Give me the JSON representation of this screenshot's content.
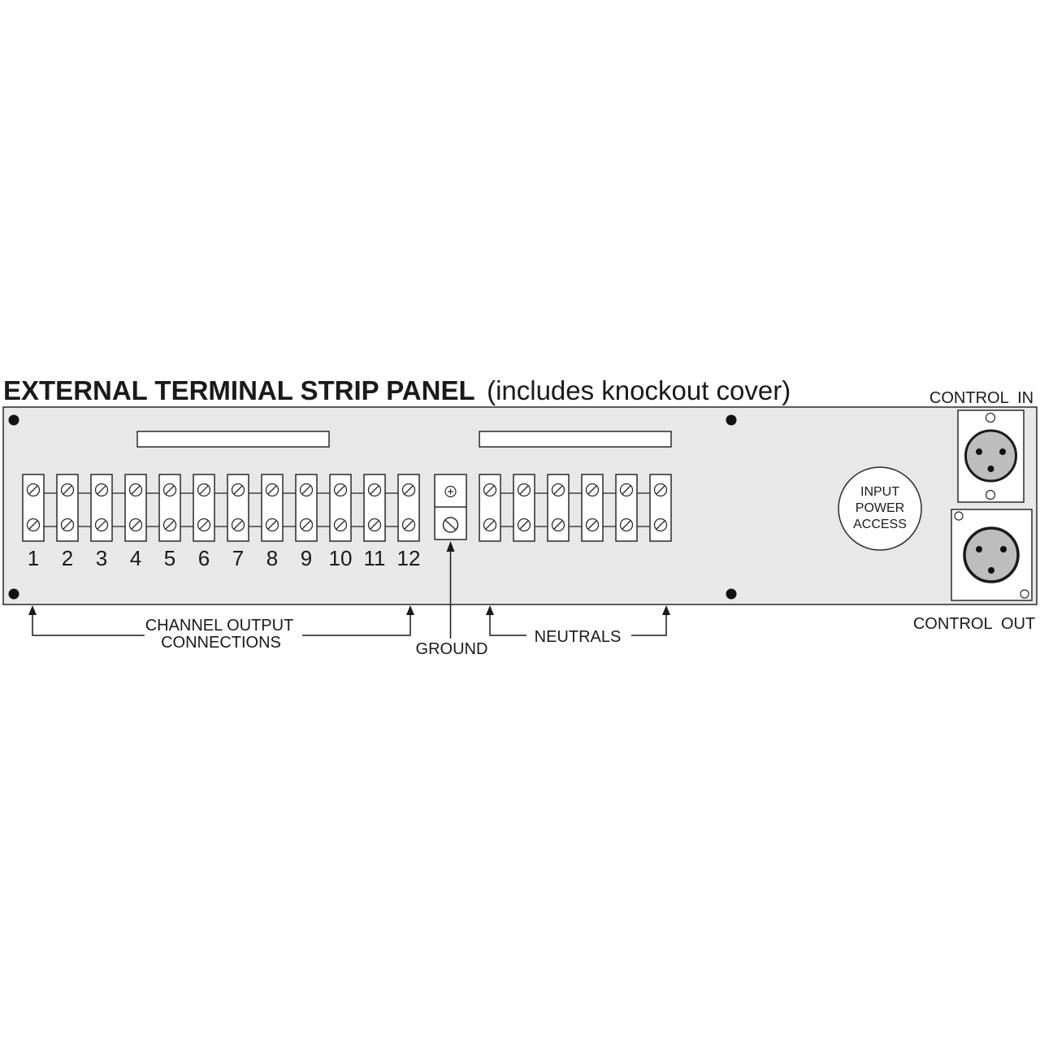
{
  "title": {
    "bold": "EXTERNAL TERMINAL STRIP PANEL",
    "normal": "(includes knockout cover)"
  },
  "channel_numbers": [
    "1",
    "2",
    "3",
    "4",
    "5",
    "6",
    "7",
    "8",
    "9",
    "10",
    "11",
    "12"
  ],
  "neutral_count": 6,
  "input_power": {
    "line1": "INPUT",
    "line2": "POWER",
    "line3": "ACCESS"
  },
  "control_in_label": "CONTROL  IN",
  "control_out_label": "CONTROL  OUT",
  "callouts": {
    "channel_output_line1": "CHANNEL OUTPUT",
    "channel_output_line2": "CONNECTIONS",
    "ground": "GROUND",
    "neutrals": "NEUTRALS"
  },
  "colors": {
    "panel_fill": "#e8e8e8",
    "panel_stroke": "#2a2a2a",
    "terminal_fill": "#ffffff",
    "xlr_fill": "#bdbdbd",
    "screw_hole": "#111111"
  }
}
